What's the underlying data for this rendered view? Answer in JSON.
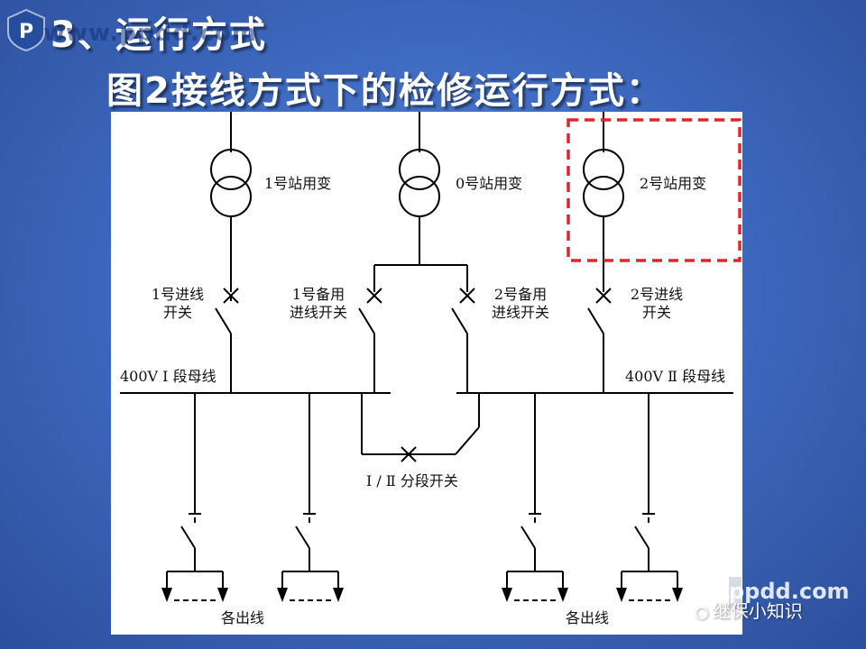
{
  "slide": {
    "title_line1": "3、运行方式",
    "title_line2": "图2接线方式下的检修运行方式：",
    "watermark_top": "www.ppdd.com",
    "watermark_bottom": "ppdd.com",
    "wechat_label": "继保小知识"
  },
  "diagram": {
    "transformers": [
      {
        "label": "1号站用变"
      },
      {
        "label": "0号站用变"
      },
      {
        "label": "2号站用变"
      }
    ],
    "switches": {
      "in1_line1": "1号进线",
      "in1_line2": "开关",
      "bk1_line1": "1号备用",
      "bk1_line2": "进线开关",
      "bk2_line1": "2号备用",
      "bk2_line2": "进线开关",
      "in2_line1": "2号进线",
      "in2_line2": "开关"
    },
    "bus_left": "400V Ⅰ 段母线",
    "bus_right": "400V Ⅱ 段母线",
    "tie_switch": "Ⅰ / Ⅱ 分段开关",
    "outlets_left": "各出线",
    "outlets_right": "各出线",
    "highlight_color": "#e0262d"
  }
}
